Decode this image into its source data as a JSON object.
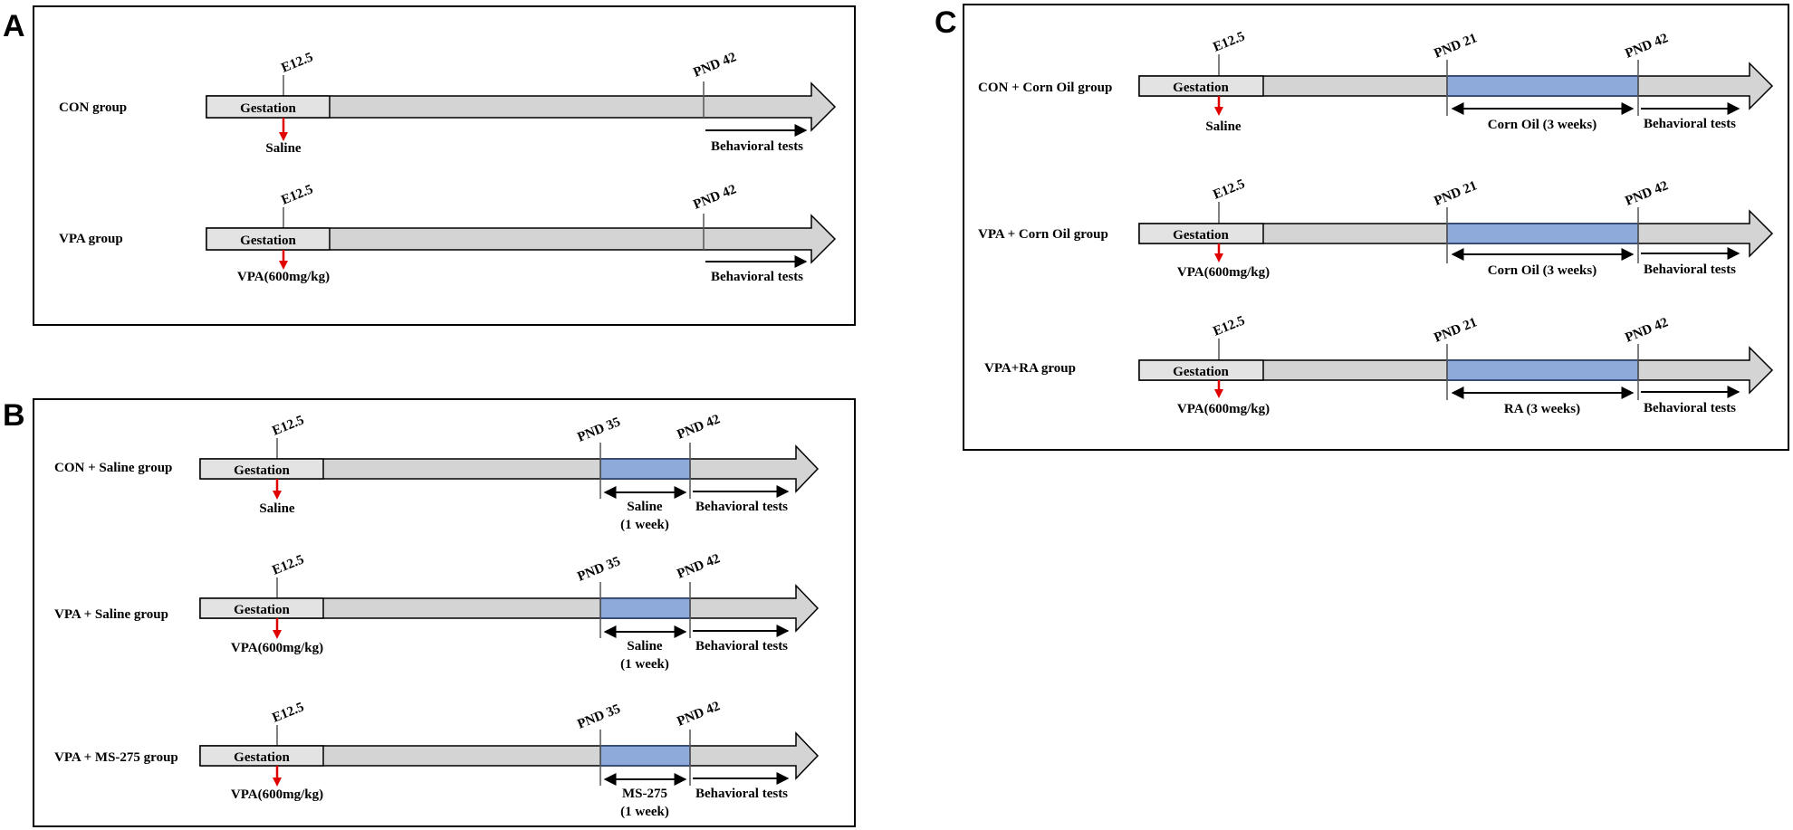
{
  "colors": {
    "timeline_fill": "#d4d4d4",
    "gestation_fill": "#e3e3e3",
    "treatment_fill": "#8eaadb",
    "injection_arrow": "#e00000",
    "outline": "#000000"
  },
  "common": {
    "gestation": "Gestation",
    "e125": "E12.5",
    "pnd42": "PND 42",
    "pnd35": "PND 35",
    "pnd21": "PND 21",
    "behavioral": "Behavioral tests"
  },
  "panels": [
    {
      "letter": "A",
      "rows": [
        {
          "group": "CON group",
          "injection": "Saline"
        },
        {
          "group": "VPA group",
          "injection": "VPA(600mg/kg)"
        }
      ]
    },
    {
      "letter": "B",
      "rows": [
        {
          "group": "CON + Saline group",
          "injection": "Saline",
          "treatment_line1": "Saline",
          "treatment_line2": "(1 week)"
        },
        {
          "group": "VPA + Saline group",
          "injection": "VPA(600mg/kg)",
          "treatment_line1": "Saline",
          "treatment_line2": "(1 week)"
        },
        {
          "group": "VPA + MS-275 group",
          "injection": "VPA(600mg/kg)",
          "treatment_line1": "MS-275",
          "treatment_line2": "(1 week)"
        }
      ]
    },
    {
      "letter": "C",
      "rows": [
        {
          "group": "CON + Corn Oil group",
          "injection": "Saline",
          "treatment": "Corn Oil (3 weeks)"
        },
        {
          "group": "VPA + Corn Oil group",
          "injection": "VPA(600mg/kg)",
          "treatment": "Corn Oil (3 weeks)"
        },
        {
          "group": "VPA+RA group",
          "injection": "VPA(600mg/kg)",
          "treatment": "RA (3 weeks)"
        }
      ]
    }
  ]
}
